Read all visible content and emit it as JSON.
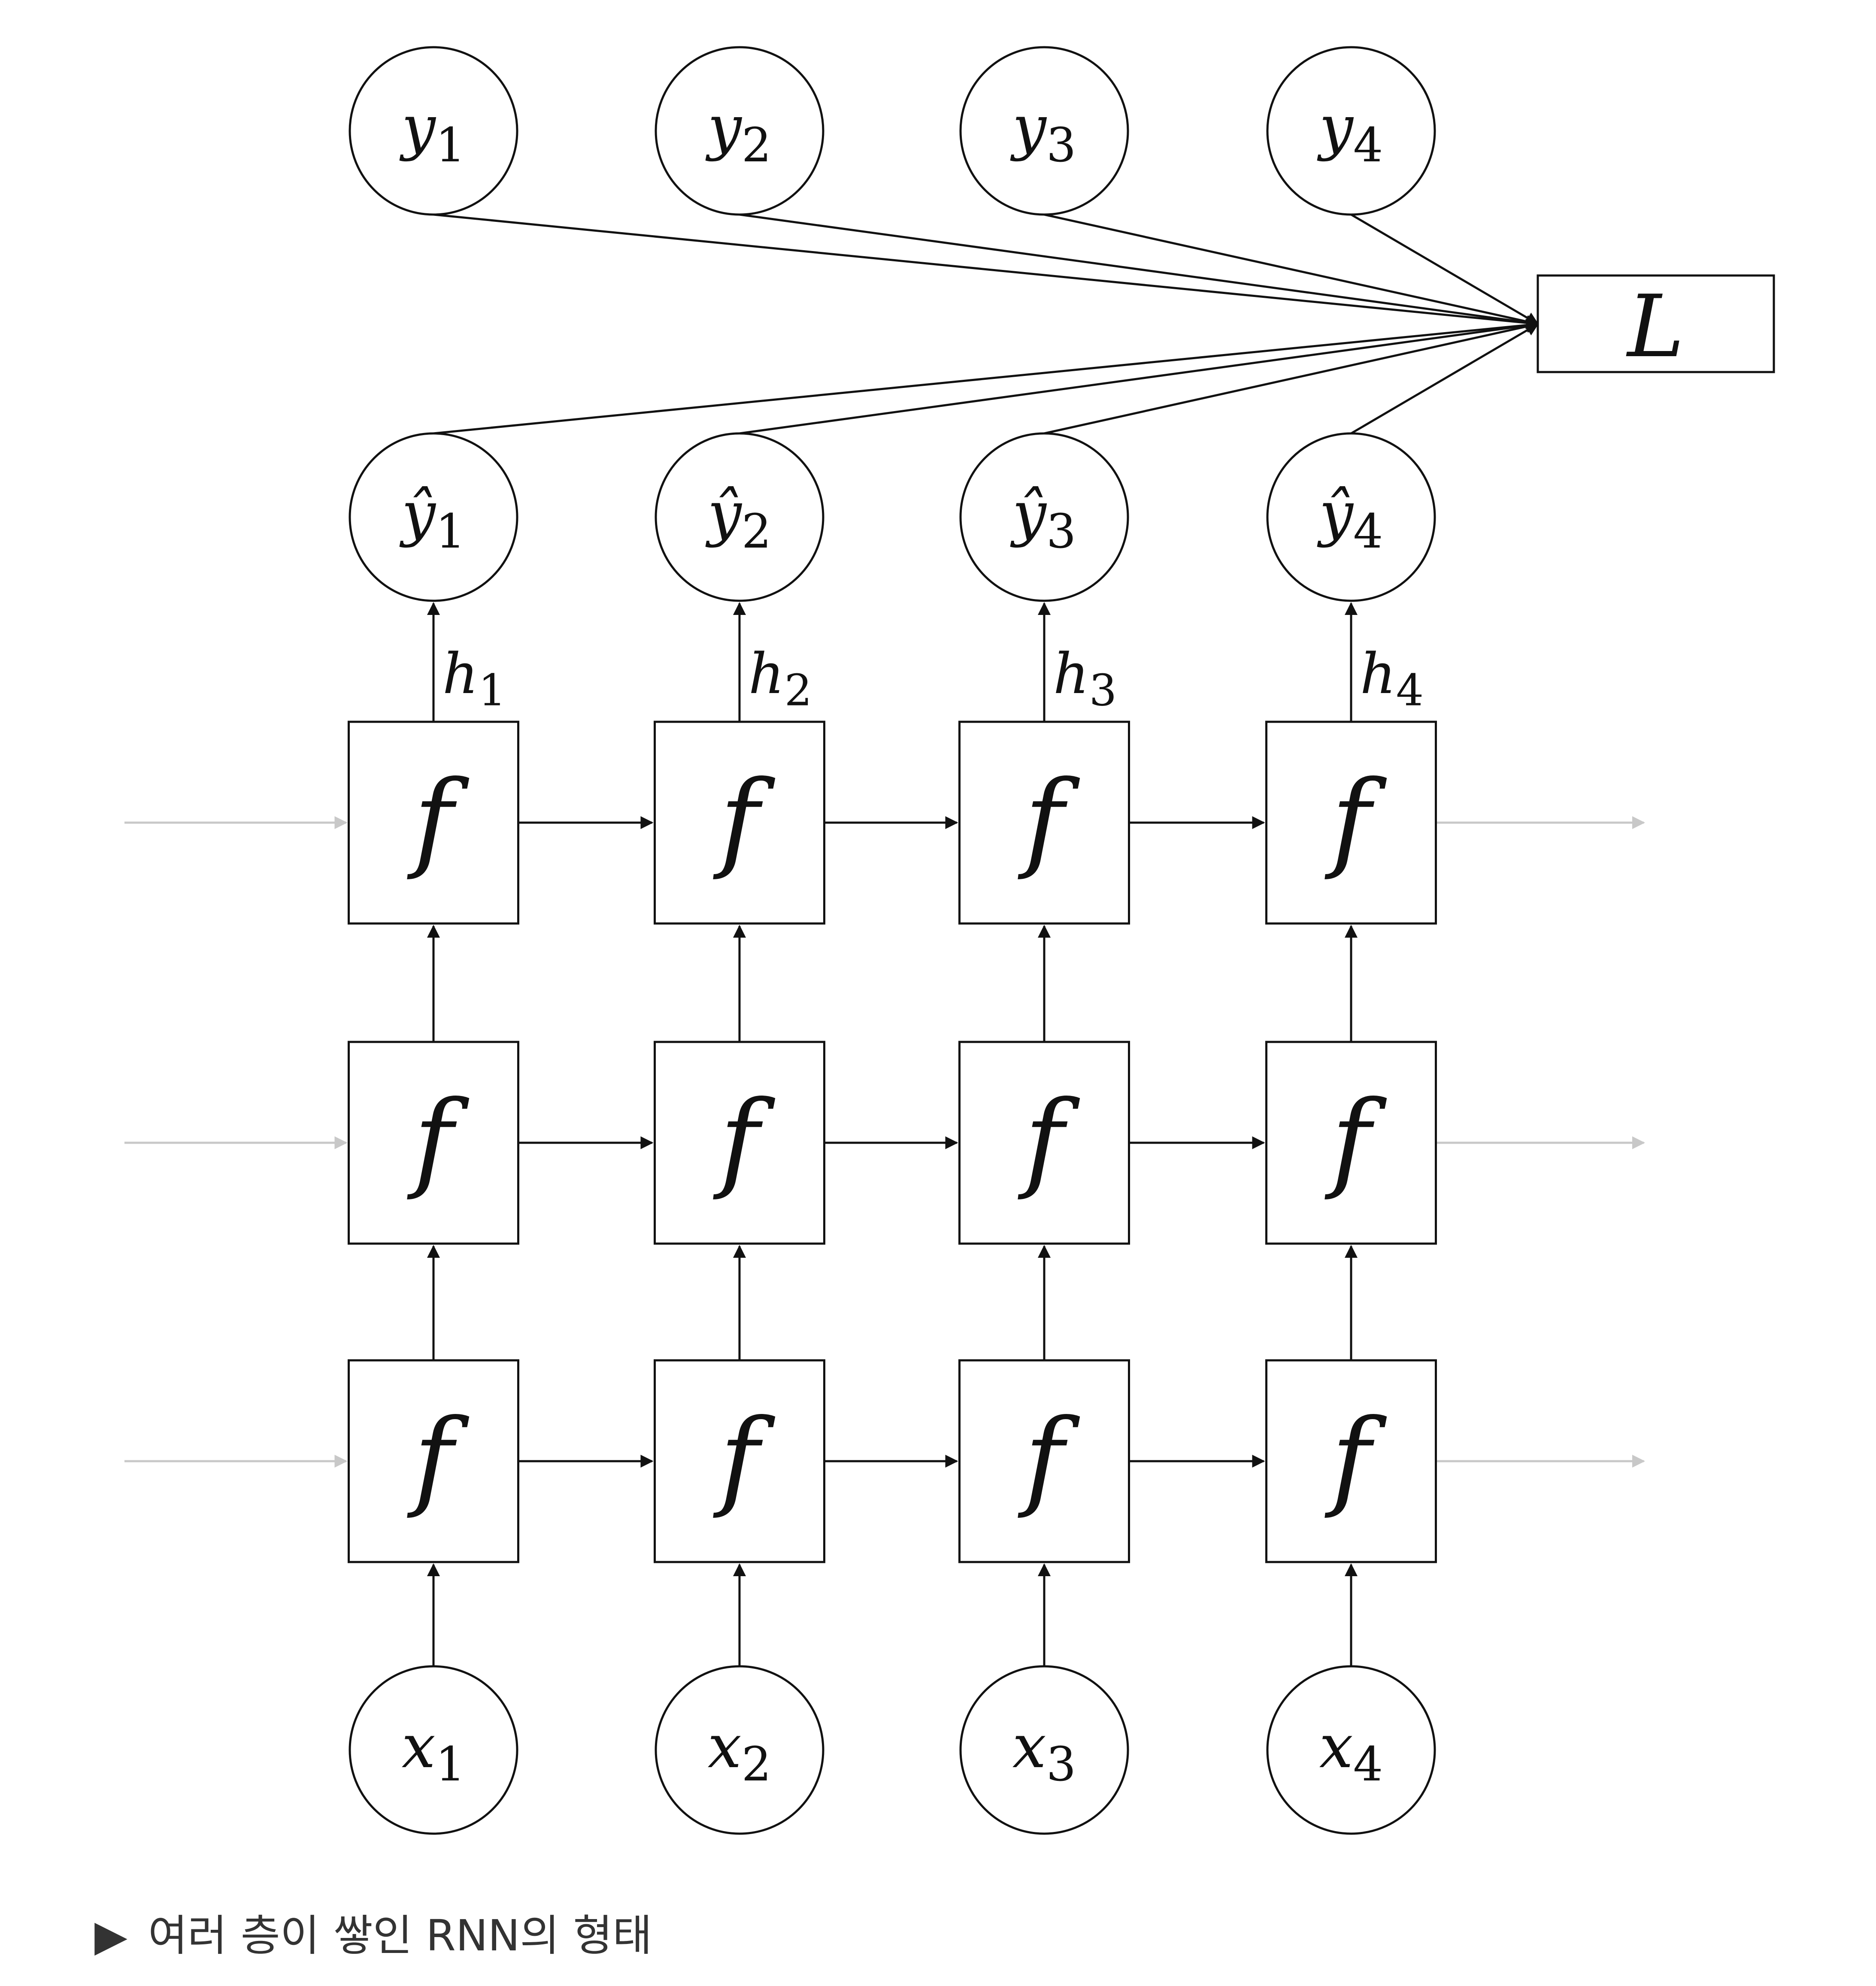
{
  "diagram": {
    "loss_label": "L",
    "function_label": "f",
    "targets": [
      {
        "base": "y",
        "sub": "1"
      },
      {
        "base": "y",
        "sub": "2"
      },
      {
        "base": "y",
        "sub": "3"
      },
      {
        "base": "y",
        "sub": "4"
      }
    ],
    "predictions": [
      {
        "base": "ŷ",
        "sub": "1"
      },
      {
        "base": "ŷ",
        "sub": "2"
      },
      {
        "base": "ŷ",
        "sub": "3"
      },
      {
        "base": "ŷ",
        "sub": "4"
      }
    ],
    "hidden_states": [
      {
        "base": "h",
        "sub": "1"
      },
      {
        "base": "h",
        "sub": "2"
      },
      {
        "base": "h",
        "sub": "3"
      },
      {
        "base": "h",
        "sub": "4"
      }
    ],
    "inputs": [
      {
        "base": "x",
        "sub": "1"
      },
      {
        "base": "x",
        "sub": "2"
      },
      {
        "base": "x",
        "sub": "3"
      },
      {
        "base": "x",
        "sub": "4"
      }
    ],
    "layer_count": 3,
    "colors": {
      "stroke": "#111111",
      "faint_arrow": "#c8c8c8",
      "caption": "#333333"
    }
  },
  "caption": {
    "marker": "▶",
    "text": "여러 층이 쌓인 RNN의 형태"
  }
}
